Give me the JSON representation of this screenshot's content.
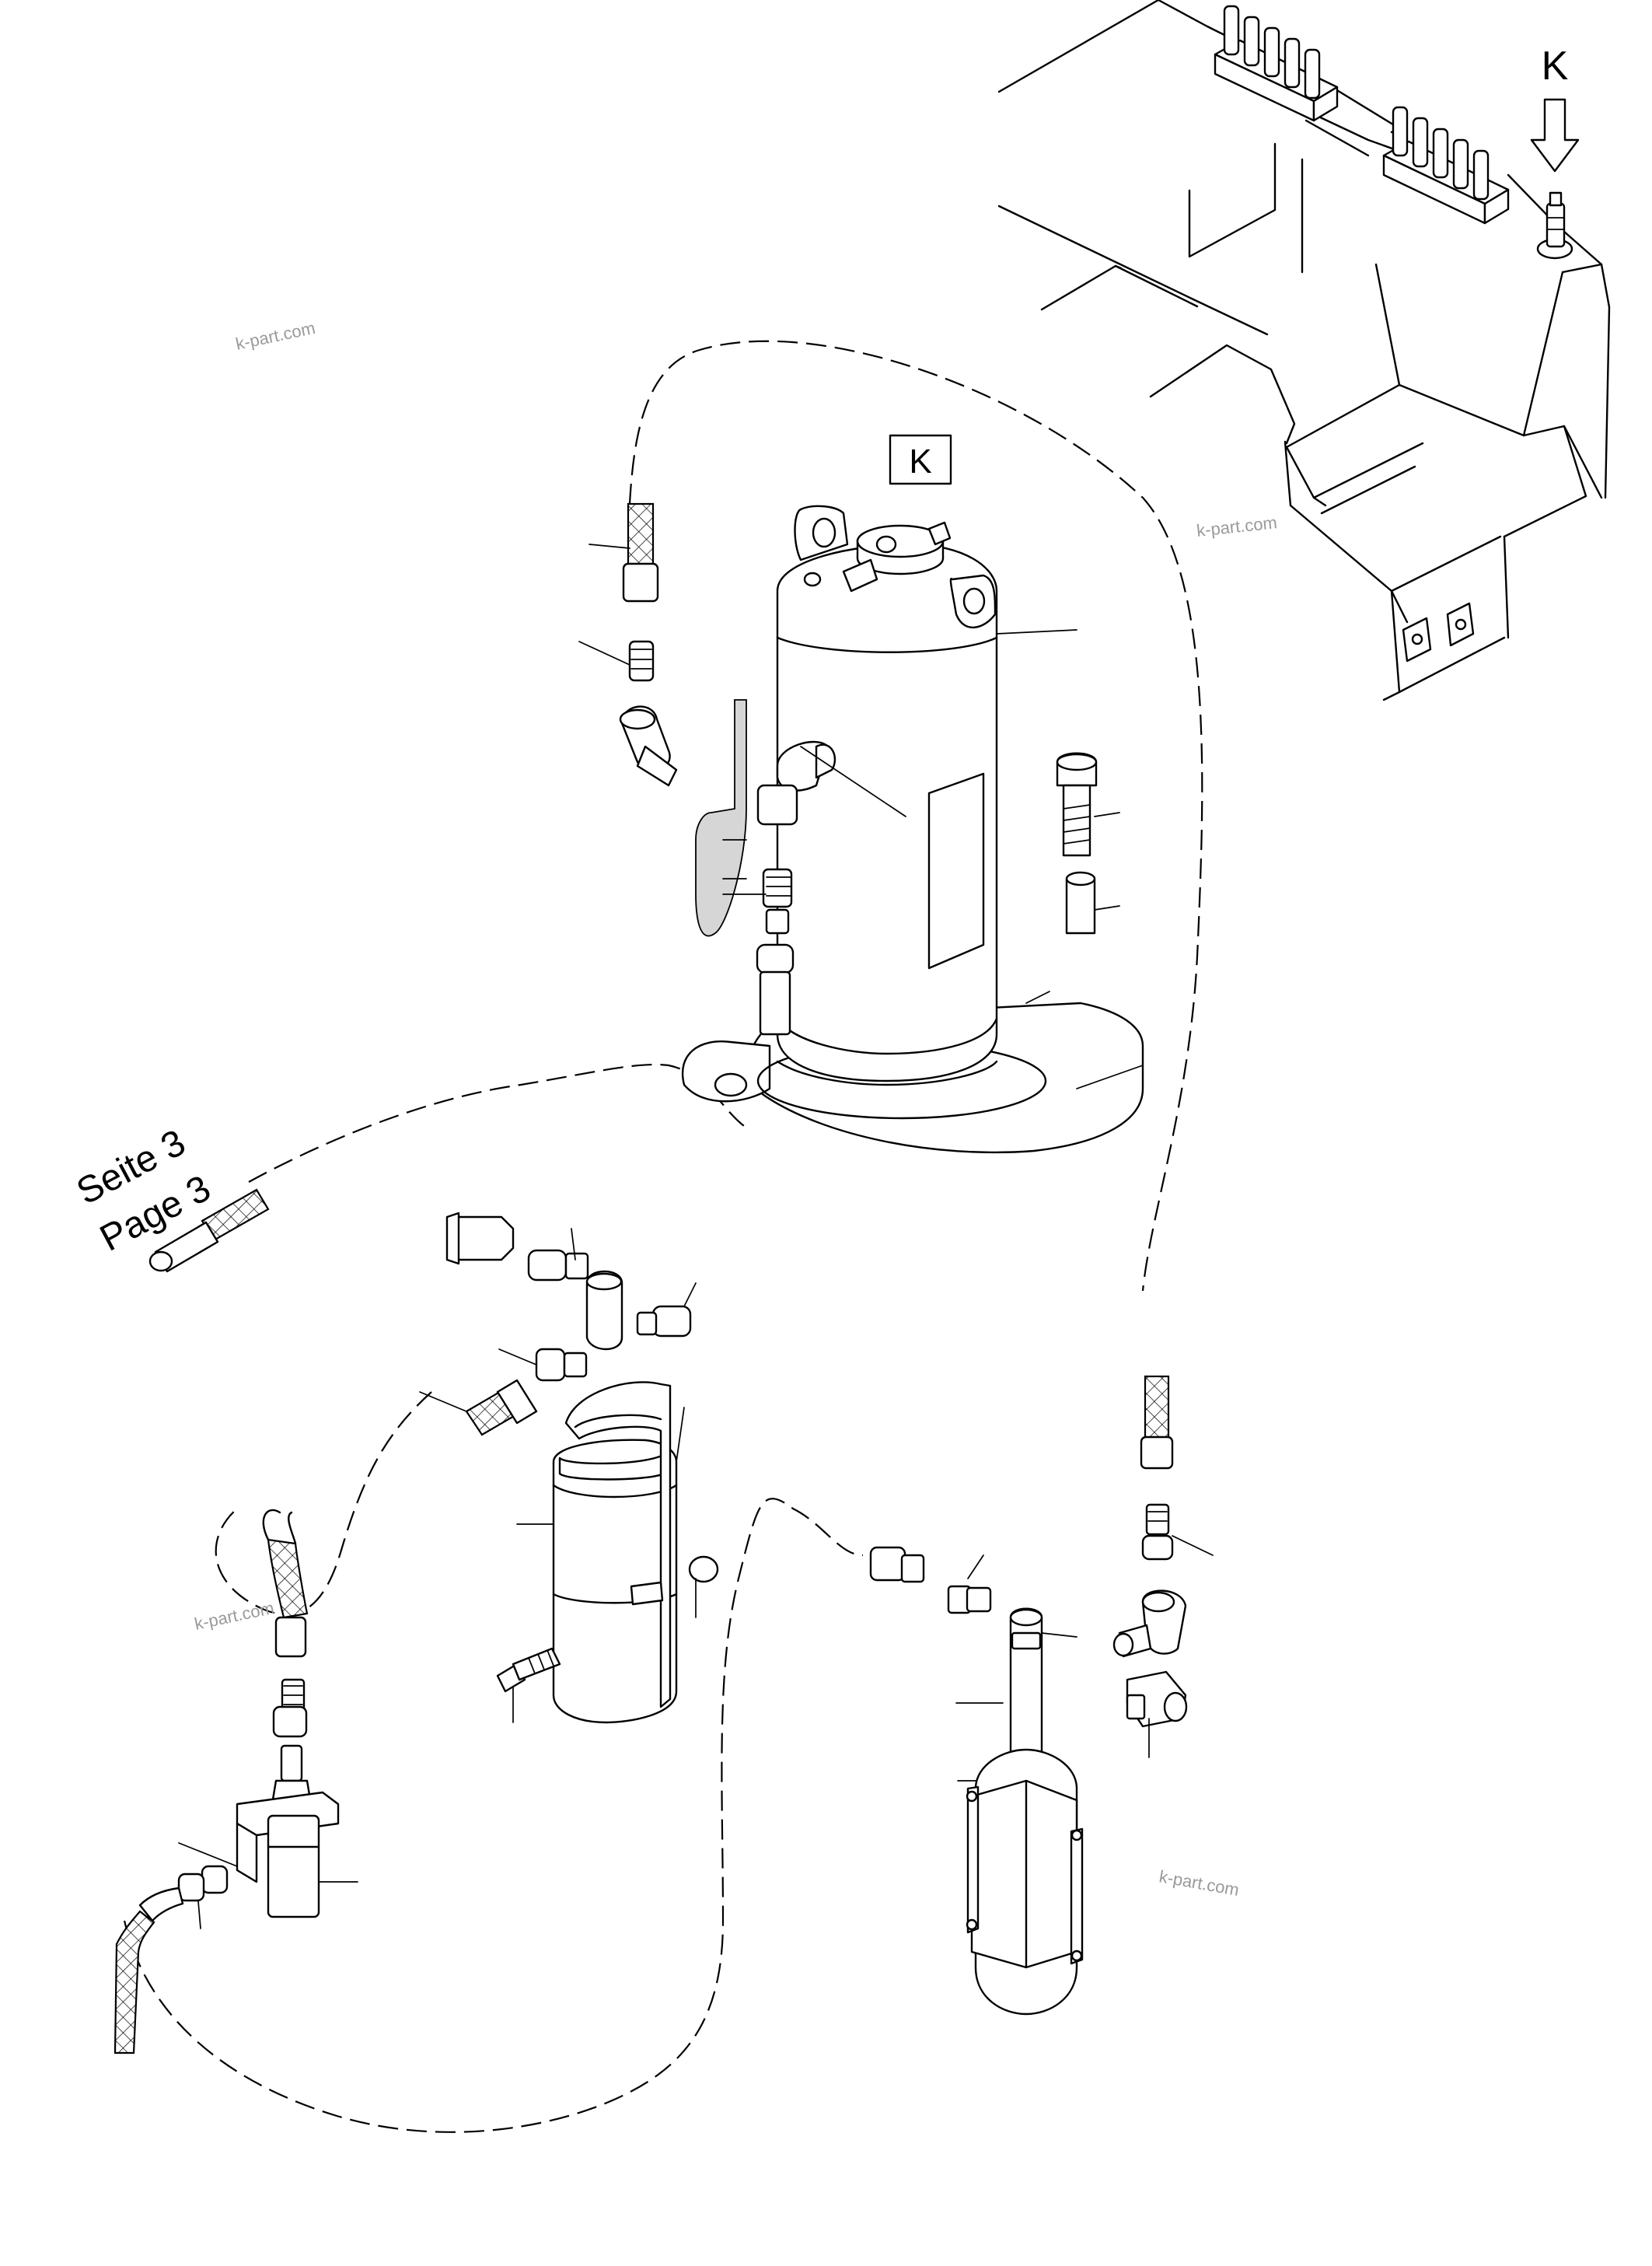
{
  "view_label": "K",
  "detail_box_label": "K",
  "page_ref": {
    "line1": "Seite 3",
    "line2": "Page 3"
  },
  "watermarks": [
    "k-part.com",
    "k-part.com",
    "k-part.com",
    "k-part.com"
  ]
}
